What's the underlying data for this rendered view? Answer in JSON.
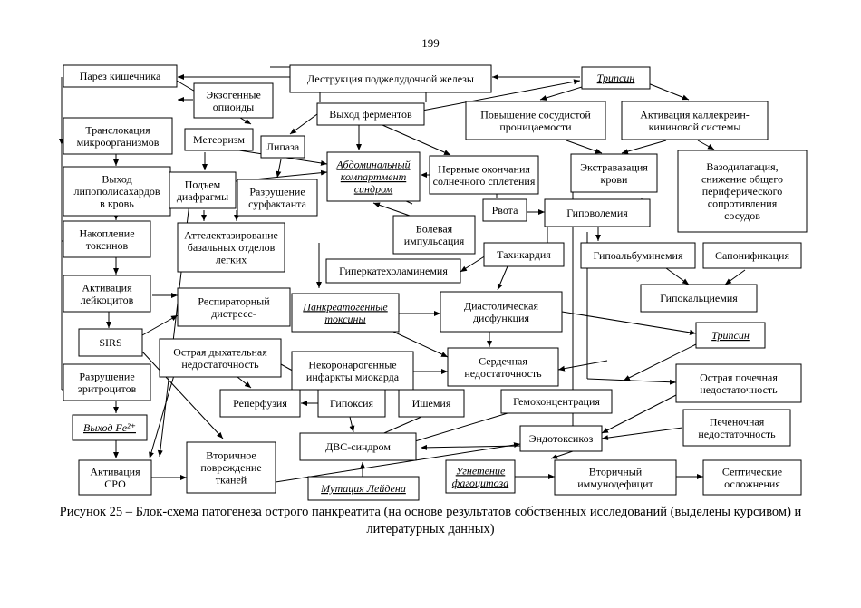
{
  "page_number": "199",
  "caption": "Рисунок 25 – Блок-схема патогенеза острого панкреатита (на основе результатов собственных исследований (выделены курсивом) и литературных данных)",
  "nodes": {
    "paresis": {
      "lines": [
        "Парез кишечника"
      ],
      "italic": false
    },
    "destruction": {
      "lines": [
        "Деструкция поджелудочной железы"
      ],
      "italic": false
    },
    "trypsin_top": {
      "lines": [
        "Трипсин"
      ],
      "italic": true
    },
    "opioids": {
      "lines": [
        "Экзогенные",
        "опиоиды"
      ],
      "italic": false
    },
    "enzymes": {
      "lines": [
        "Выход ферментов"
      ],
      "italic": false
    },
    "vascular": {
      "lines": [
        "Повышение сосудистой",
        "проницаемости"
      ],
      "italic": false
    },
    "kallikrein": {
      "lines": [
        "Активация каллекреин-",
        "кининовой системы"
      ],
      "italic": false
    },
    "translocation": {
      "lines": [
        "Транслокация",
        "микроорганизмов"
      ],
      "italic": false
    },
    "meteorism": {
      "lines": [
        "Метеоризм"
      ],
      "italic": false
    },
    "lipase": {
      "lines": [
        "Липаза"
      ],
      "italic": false
    },
    "abdominal": {
      "lines": [
        "Абдоминальный",
        "компартмент",
        "синдром"
      ],
      "italic": true
    },
    "nerve": {
      "lines": [
        "Нервные окончания",
        "солнечного сплетения"
      ],
      "italic": false
    },
    "extravasation": {
      "lines": [
        "Экстравазация",
        "крови"
      ],
      "italic": false
    },
    "vasodilation": {
      "lines": [
        "Вазодилатация,",
        "снижение общего",
        "периферического",
        "сопротивления",
        "сосудов"
      ],
      "italic": false
    },
    "lps": {
      "lines": [
        "Выход",
        "липополисахардов",
        "в кровь"
      ],
      "italic": false
    },
    "diaphragm": {
      "lines": [
        "Подъем",
        "диафрагмы"
      ],
      "italic": false
    },
    "surfactant": {
      "lines": [
        "Разрушение",
        "сурфактанта"
      ],
      "italic": false
    },
    "vomit": {
      "lines": [
        "Рвота"
      ],
      "italic": false
    },
    "hypovolemia": {
      "lines": [
        "Гиповолемия"
      ],
      "italic": false
    },
    "pain": {
      "lines": [
        "Болевая",
        "импульсация"
      ],
      "italic": false
    },
    "toxins_acc": {
      "lines": [
        "Накопление",
        "токсинов"
      ],
      "italic": false
    },
    "atelectasis": {
      "lines": [
        "Аттелектазирование",
        "базальных отделов",
        "легких"
      ],
      "italic": false
    },
    "tachycardia": {
      "lines": [
        "Тахикардия"
      ],
      "italic": false
    },
    "hypoalbumin": {
      "lines": [
        "Гипоальбуминемия"
      ],
      "italic": false
    },
    "saponification": {
      "lines": [
        "Сапонификация"
      ],
      "italic": false
    },
    "hypercat": {
      "lines": [
        "Гиперкатехоламинемия"
      ],
      "italic": false
    },
    "leukocytes": {
      "lines": [
        "Активация",
        "лейкоцитов"
      ],
      "italic": false
    },
    "respiratory": {
      "lines": [
        "Респираторный",
        "дистресс-"
      ],
      "italic": false
    },
    "pancreatogenic": {
      "lines": [
        "Панкреатогенные",
        "токсины"
      ],
      "italic": true
    },
    "diastolic": {
      "lines": [
        "Диастолическая",
        "дисфункция"
      ],
      "italic": false
    },
    "hypocalcemia": {
      "lines": [
        "Гипокальциемия"
      ],
      "italic": false
    },
    "sirs": {
      "lines": [
        "SIRS"
      ],
      "italic": false
    },
    "resp_failure": {
      "lines": [
        "Острая дыхательная",
        "недостаточность"
      ],
      "italic": false
    },
    "trypsin_right": {
      "lines": [
        "Трипсин"
      ],
      "italic": true
    },
    "noncoronary": {
      "lines": [
        "Некоронарогенные",
        "инфаркты миокарда"
      ],
      "italic": false
    },
    "heart_failure": {
      "lines": [
        "Сердечная",
        "недостаточность"
      ],
      "italic": false
    },
    "erythrocytes": {
      "lines": [
        "Разрушение",
        "эритроцитов"
      ],
      "italic": false
    },
    "kidney": {
      "lines": [
        "Острая почечная",
        "недостаточность"
      ],
      "italic": false
    },
    "reperfusion": {
      "lines": [
        "Реперфузия"
      ],
      "italic": false
    },
    "hypoxia": {
      "lines": [
        "Гипоксия"
      ],
      "italic": false
    },
    "ischemia": {
      "lines": [
        "Ишемия"
      ],
      "italic": false
    },
    "hemoconc": {
      "lines": [
        "Гемоконцентрация"
      ],
      "italic": false
    },
    "liver": {
      "lines": [
        "Печеночная",
        "недостаточность"
      ],
      "italic": false
    },
    "fe": {
      "lines": [
        "Выход Fe²⁺"
      ],
      "italic": true
    },
    "endotox": {
      "lines": [
        "Эндотоксикоз"
      ],
      "italic": false
    },
    "dic": {
      "lines": [
        "ДВС-синдром"
      ],
      "italic": false
    },
    "sro": {
      "lines": [
        "Активация",
        "СРО"
      ],
      "italic": false
    },
    "secondary_damage": {
      "lines": [
        "Вторичное",
        "повреждение",
        "тканей"
      ],
      "italic": false
    },
    "phagocytosis": {
      "lines": [
        "Угнетение",
        "фагоцитоза"
      ],
      "italic": true
    },
    "immunodef": {
      "lines": [
        "Вторичный",
        "иммунодефицит"
      ],
      "italic": false
    },
    "septic": {
      "lines": [
        "Септические",
        "осложнения"
      ],
      "italic": false
    },
    "leiden": {
      "lines": [
        "Мутация Лейдена"
      ],
      "italic": true
    }
  }
}
